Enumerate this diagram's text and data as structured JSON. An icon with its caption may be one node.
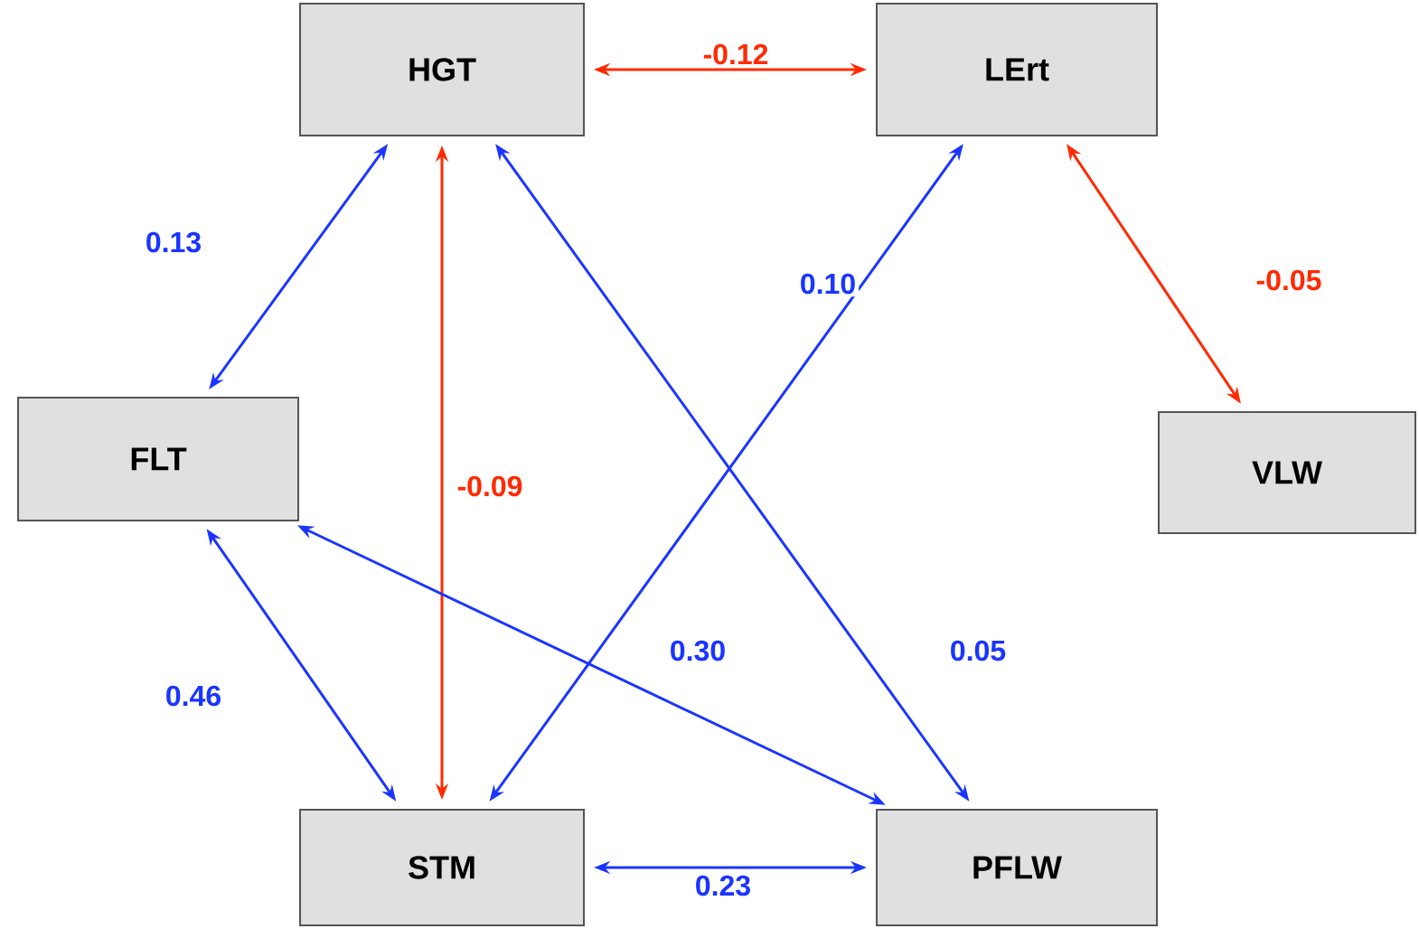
{
  "diagram": {
    "nodes": [
      {
        "text": [
          "HGT"
        ]
      },
      {
        "text": [
          "LErt"
        ]
      },
      {
        "text": [
          "FLT"
        ]
      },
      {
        "text": [
          "VLW"
        ]
      },
      {
        "text": [
          "STM"
        ]
      },
      {
        "text": [
          "PFLW"
        ]
      }
    ],
    "edges": [
      {
        "from": 0,
        "to": 1,
        "arrow": "both",
        "label": "-0.12",
        "color": "#ff2a00"
      },
      {
        "from": 0,
        "to": 2,
        "arrow": "both",
        "label": "0.13"
      },
      {
        "from": 0,
        "to": 4,
        "arrow": "both",
        "label": "-0.09",
        "color": "#ff2a00"
      },
      {
        "from": 1,
        "to": 4,
        "arrow": "both",
        "label": "0.10"
      },
      {
        "from": 0,
        "to": 5,
        "arrow": "both",
        "label": "0.05"
      },
      {
        "from": 1,
        "to": 3,
        "arrow": "both",
        "label": "-0.05",
        "color": "#ff2a00"
      },
      {
        "from": 2,
        "to": 5,
        "arrow": "both",
        "label": "0.30"
      },
      {
        "from": 2,
        "to": 4,
        "arrow": "both",
        "label": "0.46"
      },
      {
        "from": 4,
        "to": 5,
        "arrow": "both",
        "label": "0.23"
      }
    ]
  }
}
